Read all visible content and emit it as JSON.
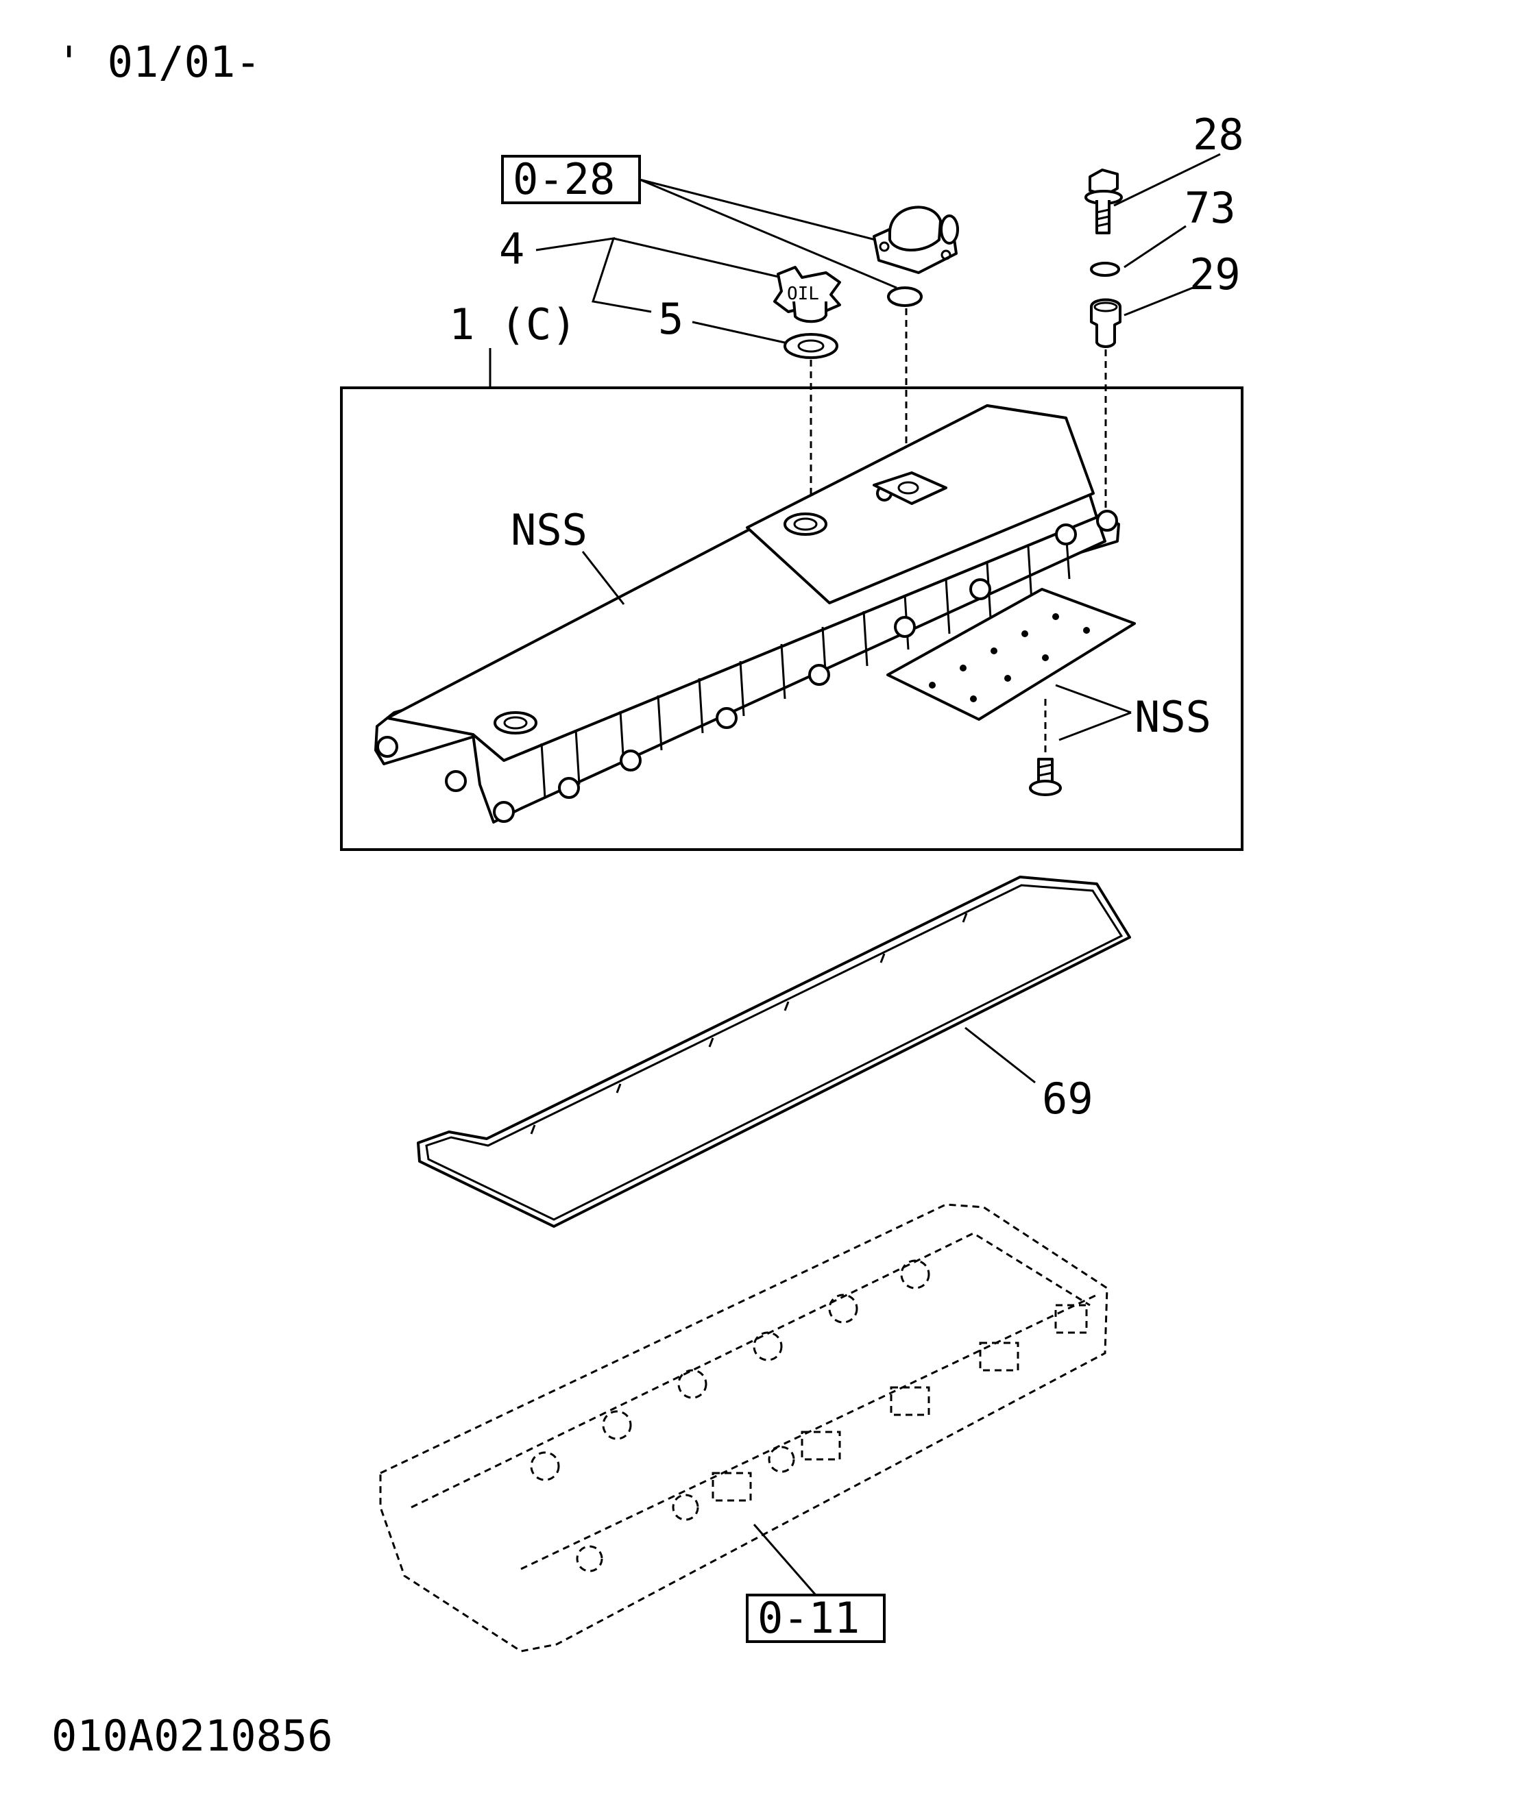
{
  "header": {
    "date_range": "' 01/01-"
  },
  "footer": {
    "figure_code": "010A0210856"
  },
  "callouts": {
    "ref_top": "0-28",
    "ref_bottom": "0-11",
    "p28": "28",
    "p73": "73",
    "p29": "29",
    "p4": "4",
    "p5": "5",
    "p1": "1 (C)",
    "nss_cover": "NSS",
    "nss_plate": "NSS",
    "p69": "69"
  },
  "parts": {
    "oil_cap_text": "OIL"
  }
}
